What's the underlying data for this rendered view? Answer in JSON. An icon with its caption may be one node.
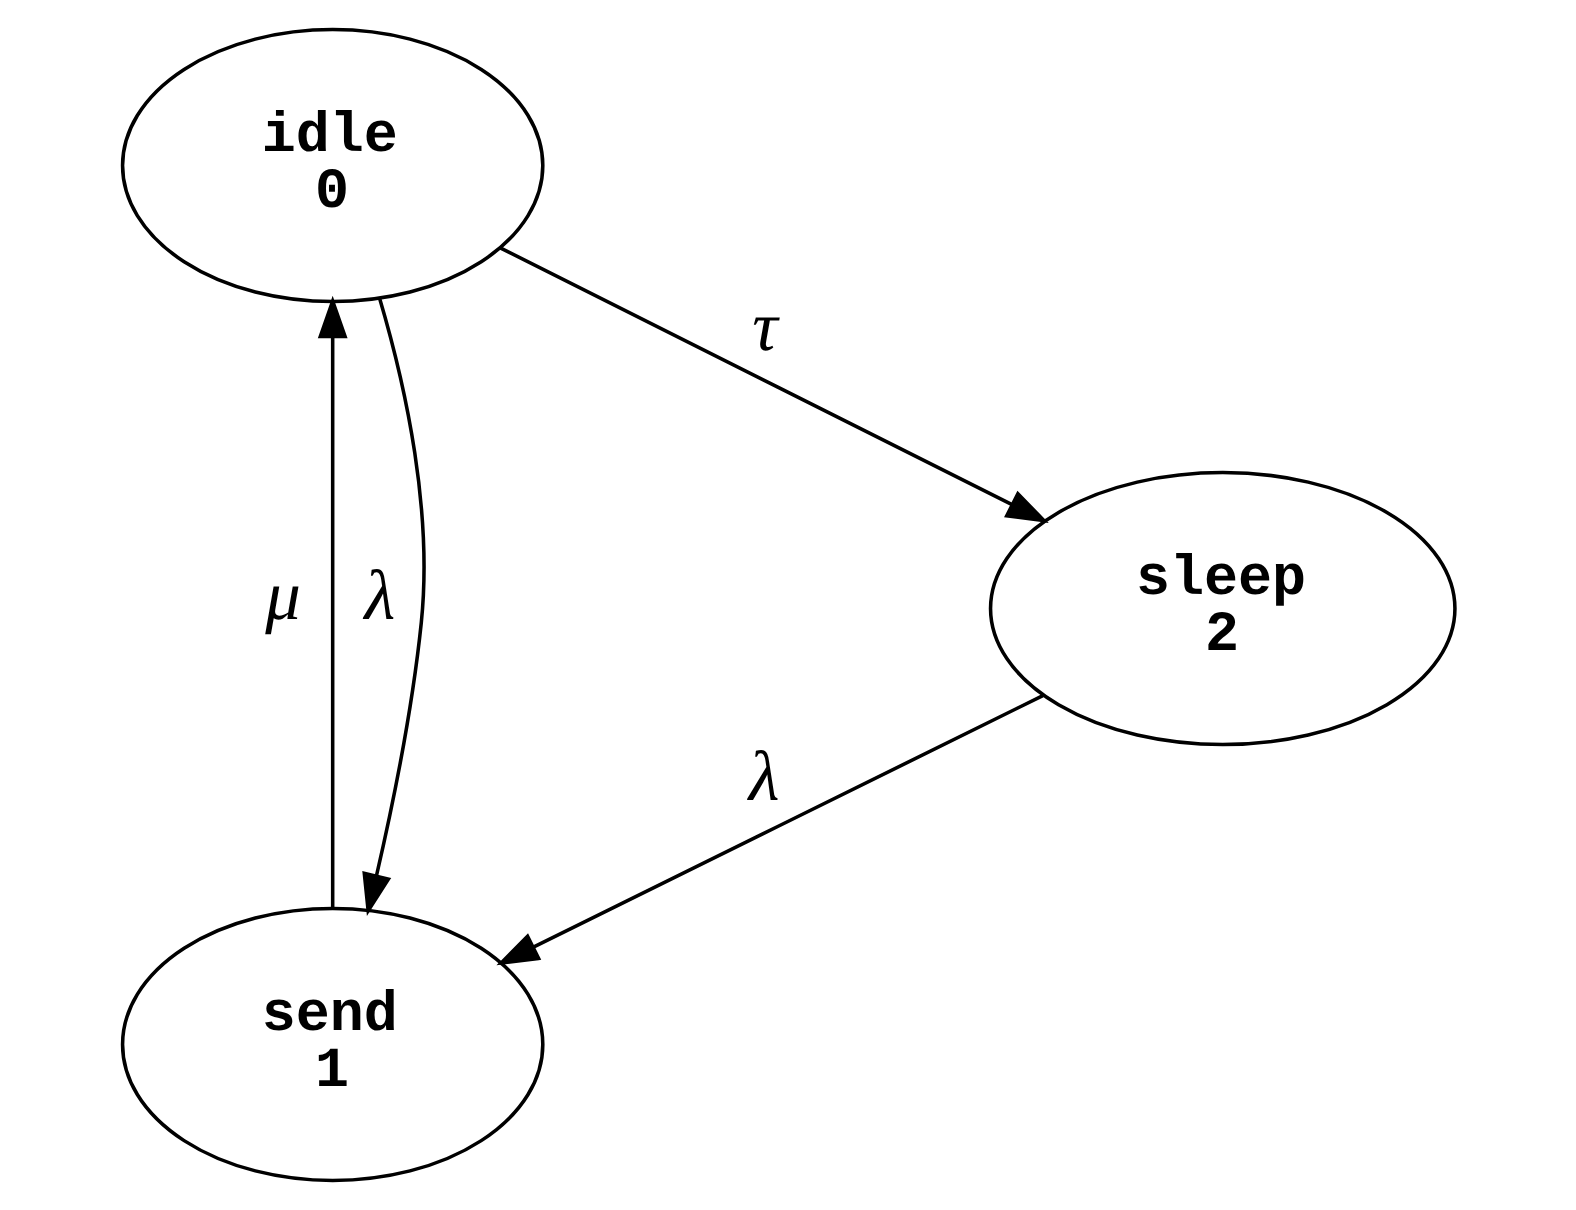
{
  "diagram": {
    "nodes": [
      {
        "text": [
          "send",
          "1"
        ]
      },
      {
        "text": [
          "sleep",
          "2"
        ]
      },
      {
        "text": [
          "idle",
          "0"
        ]
      }
    ],
    "edges": [
      {
        "from": 1,
        "to": 0,
        "arrow": "to",
        "label": "λ"
      },
      {
        "from": 0,
        "to": 2,
        "arrow": "to",
        "label": "μ"
      },
      {
        "from": 2,
        "to": 0,
        "arrow": "to",
        "label": "λ"
      },
      {
        "from": 2,
        "to": 1,
        "arrow": "to",
        "label": "τ"
      }
    ]
  }
}
